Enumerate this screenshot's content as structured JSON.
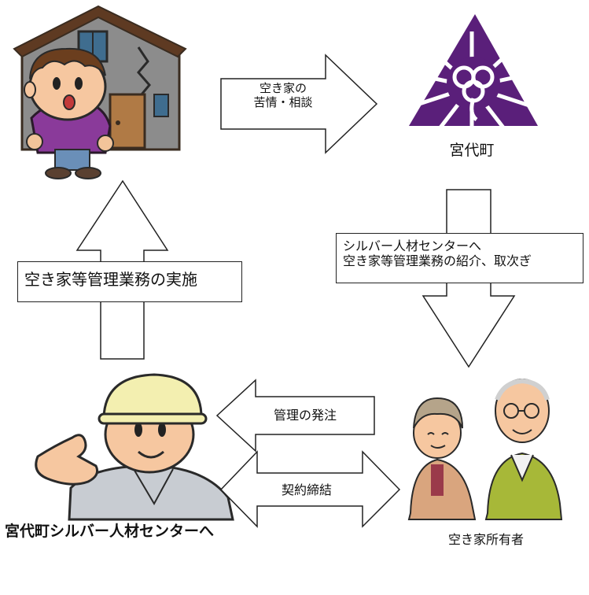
{
  "nodes": {
    "town": {
      "label": "宮代町"
    },
    "silver_center": {
      "label": "宮代町シルバー人材センターへ"
    },
    "owner": {
      "label": "空き家所有者"
    }
  },
  "flows": {
    "complaint": {
      "line1": "空き家の",
      "line2": "苦情・相談"
    },
    "referral": {
      "line1": "シルバー人材センターへ",
      "line2": "空き家等管理業務の紹介、取次ぎ"
    },
    "order": {
      "label": "管理の発注"
    },
    "contract": {
      "label": "契約締結"
    },
    "implementation": {
      "label": "空き家等管理業務の実施"
    }
  },
  "colors": {
    "emblem": "#5a1f7a",
    "arrow_stroke": "#222222",
    "arrow_fill": "#ffffff"
  }
}
